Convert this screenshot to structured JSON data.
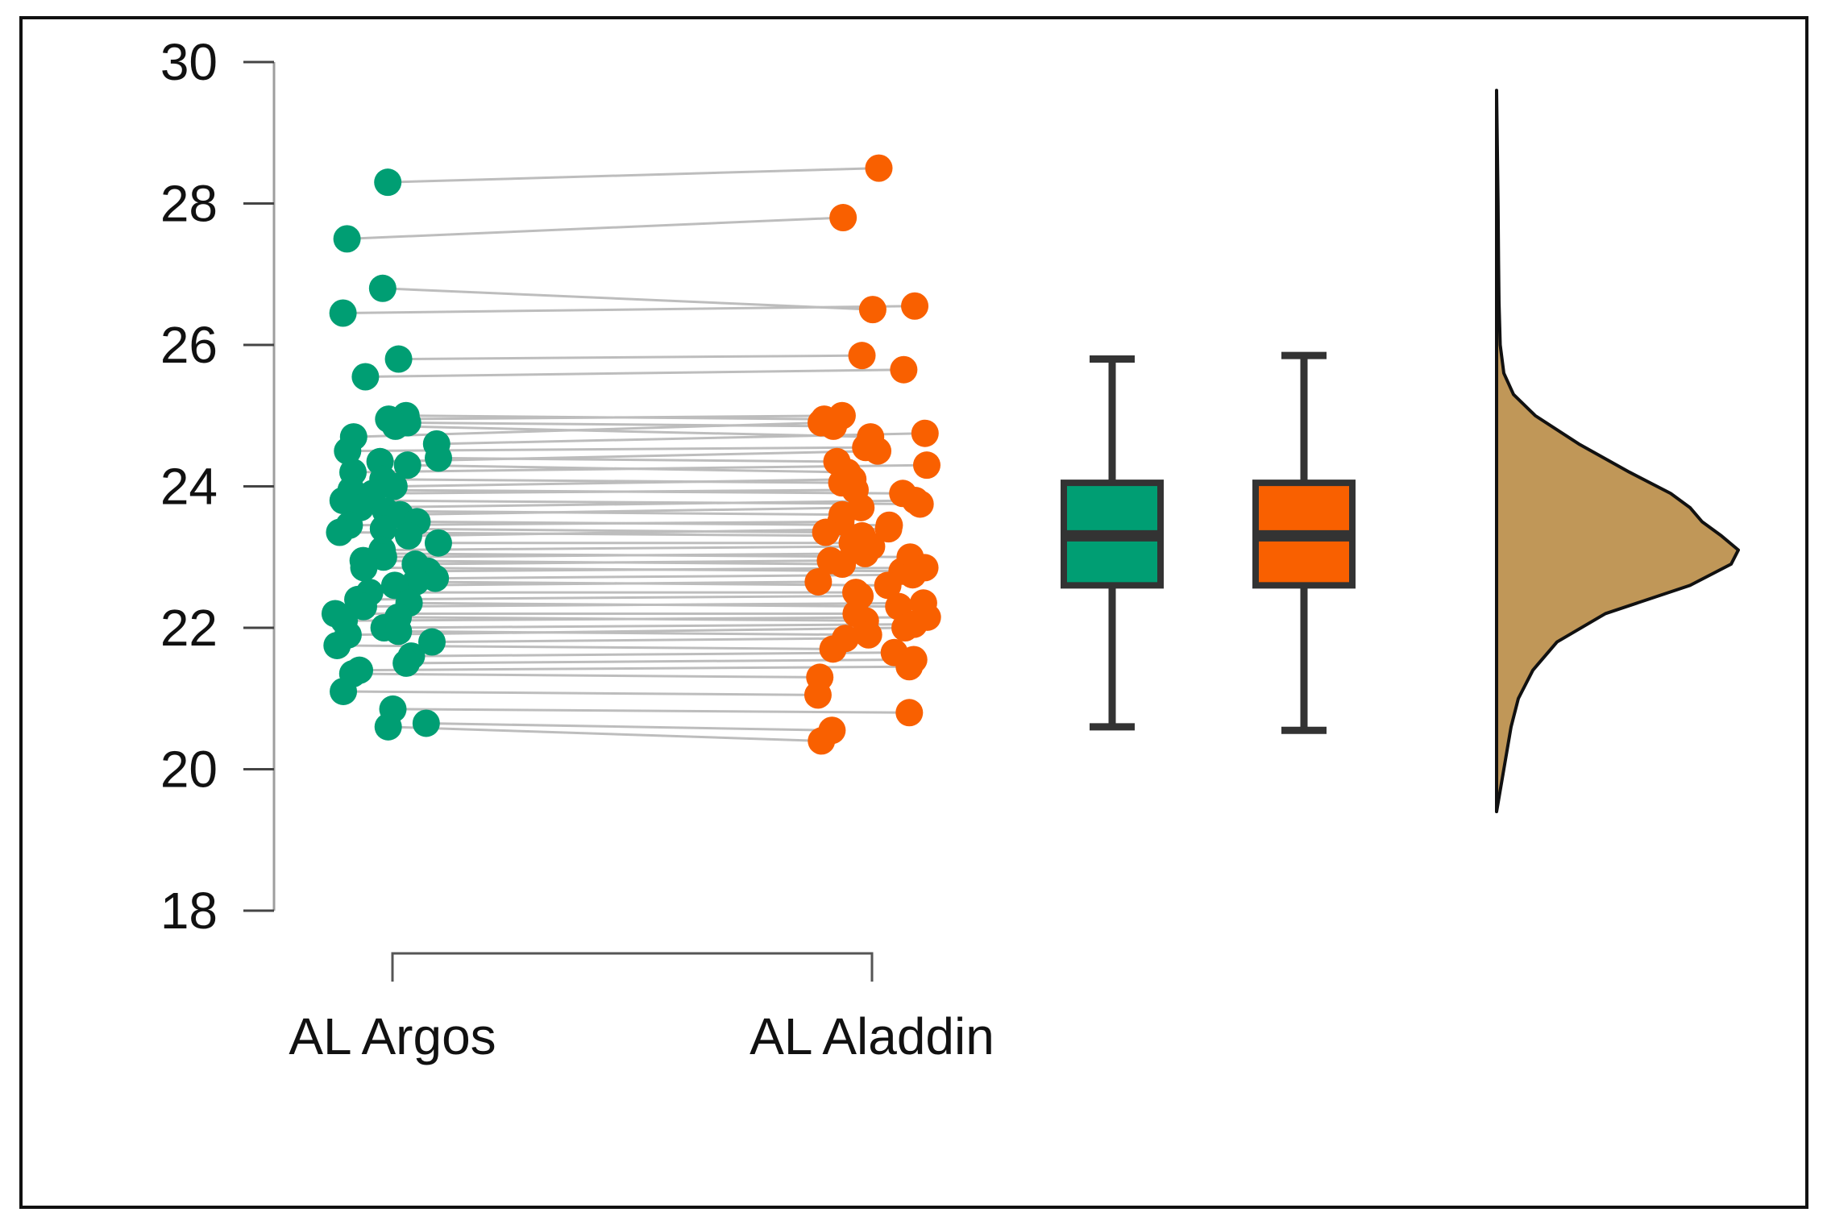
{
  "chart_data": {
    "type": "raincloud",
    "title": "",
    "xlabel": "",
    "ylabel": "",
    "ylim": [
      18,
      30
    ],
    "yticks": [
      18,
      20,
      22,
      24,
      26,
      28,
      30
    ],
    "categories": [
      "AL Argos",
      "AL Aladdin"
    ],
    "colors": {
      "AL Argos": "#009E73",
      "AL Aladdin": "#F96000",
      "density_fill": "#C09758",
      "pair_lines": "#BDBDBD",
      "box_outline": "#333333",
      "axis": "#9E9E9E"
    },
    "paired_points": [
      [
        28.3,
        28.5
      ],
      [
        27.5,
        27.8
      ],
      [
        26.8,
        26.5
      ],
      [
        26.45,
        26.55
      ],
      [
        25.8,
        25.85
      ],
      [
        25.55,
        25.65
      ],
      [
        25.0,
        24.95
      ],
      [
        24.95,
        25.0
      ],
      [
        24.9,
        24.85
      ],
      [
        24.85,
        24.7
      ],
      [
        24.7,
        24.9
      ],
      [
        24.6,
        24.75
      ],
      [
        24.5,
        24.55
      ],
      [
        24.4,
        24.35
      ],
      [
        24.35,
        24.5
      ],
      [
        24.3,
        24.2
      ],
      [
        24.2,
        24.3
      ],
      [
        24.1,
        24.05
      ],
      [
        24.0,
        24.1
      ],
      [
        23.95,
        23.9
      ],
      [
        23.9,
        23.95
      ],
      [
        23.8,
        23.75
      ],
      [
        23.7,
        23.8
      ],
      [
        23.65,
        23.6
      ],
      [
        23.6,
        23.7
      ],
      [
        23.5,
        23.45
      ],
      [
        23.45,
        23.5
      ],
      [
        23.4,
        23.35
      ],
      [
        23.35,
        23.3
      ],
      [
        23.3,
        23.4
      ],
      [
        23.2,
        23.2
      ],
      [
        23.1,
        23.15
      ],
      [
        23.05,
        23.0
      ],
      [
        23.0,
        23.05
      ],
      [
        22.95,
        22.9
      ],
      [
        22.9,
        22.95
      ],
      [
        22.85,
        22.8
      ],
      [
        22.8,
        22.85
      ],
      [
        22.7,
        22.75
      ],
      [
        22.65,
        22.6
      ],
      [
        22.6,
        22.65
      ],
      [
        22.5,
        22.5
      ],
      [
        22.4,
        22.45
      ],
      [
        22.35,
        22.3
      ],
      [
        22.3,
        22.35
      ],
      [
        22.2,
        22.2
      ],
      [
        22.15,
        22.1
      ],
      [
        22.1,
        22.15
      ],
      [
        22.0,
        22.05
      ],
      [
        21.95,
        21.9
      ],
      [
        21.9,
        22.0
      ],
      [
        21.8,
        21.85
      ],
      [
        21.75,
        21.7
      ],
      [
        21.6,
        21.65
      ],
      [
        21.5,
        21.55
      ],
      [
        21.4,
        21.45
      ],
      [
        21.35,
        21.3
      ],
      [
        21.1,
        21.05
      ],
      [
        20.85,
        20.8
      ],
      [
        20.65,
        20.55
      ],
      [
        20.6,
        20.4
      ]
    ],
    "boxplots": [
      {
        "name": "AL Argos",
        "min": 20.6,
        "q1": 22.6,
        "median": 23.3,
        "q3": 24.05,
        "max": 25.8
      },
      {
        "name": "AL Aladdin",
        "min": 20.55,
        "q1": 22.6,
        "median": 23.3,
        "q3": 24.05,
        "max": 25.85
      }
    ],
    "density": {
      "y": [
        19.4,
        19.8,
        20.2,
        20.6,
        21.0,
        21.4,
        21.8,
        22.2,
        22.6,
        22.9,
        23.1,
        23.3,
        23.5,
        23.7,
        23.9,
        24.2,
        24.6,
        25.0,
        25.3,
        25.6,
        26.0,
        26.6,
        27.2,
        28.0,
        28.8,
        29.6
      ],
      "value": [
        0.0,
        0.02,
        0.04,
        0.06,
        0.09,
        0.15,
        0.25,
        0.45,
        0.8,
        0.97,
        1.0,
        0.93,
        0.85,
        0.8,
        0.72,
        0.55,
        0.34,
        0.16,
        0.07,
        0.03,
        0.015,
        0.01,
        0.008,
        0.006,
        0.003,
        0.0
      ]
    }
  }
}
